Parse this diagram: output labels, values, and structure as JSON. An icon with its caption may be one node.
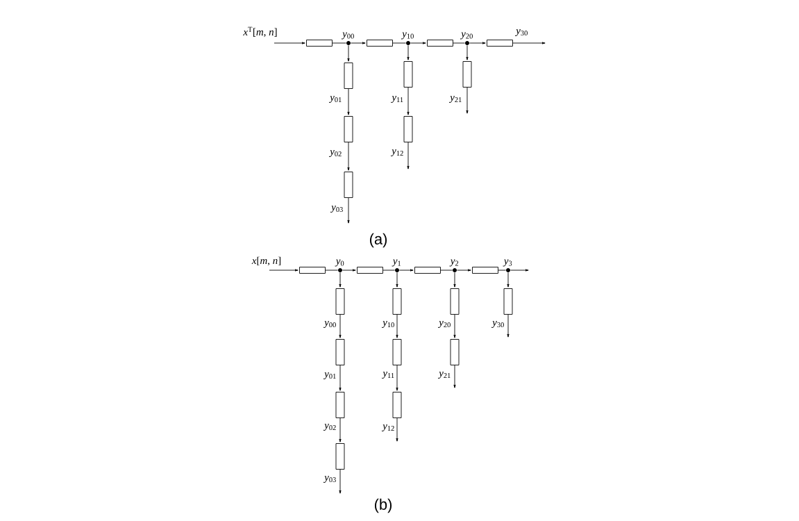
{
  "diagram": {
    "nodes": [
      {
        "text": [],
        "shape": "box"
      },
      {
        "text": [],
        "shape": "circle",
        "beside": [
          "*y*$_{00}$"
        ]
      },
      {
        "text": [],
        "shape": "box"
      },
      {
        "text": [],
        "shape": "circle",
        "beside": [
          "*y*$_{10}$"
        ]
      },
      {
        "text": [],
        "shape": "box"
      },
      {
        "text": [],
        "shape": "circle",
        "beside": [
          "*y*$_{20}$"
        ]
      },
      {
        "text": [],
        "shape": "box"
      },
      {
        "text": [],
        "shape": "box"
      },
      {
        "text": [],
        "shape": "box"
      },
      {
        "text": [],
        "shape": "box"
      },
      {
        "text": [],
        "shape": "box"
      },
      {
        "text": [],
        "shape": "box"
      },
      {
        "text": [],
        "shape": "box"
      },
      {
        "text": [],
        "shape": "box"
      },
      {
        "text": [],
        "shape": "circle",
        "beside": [
          "*y*$_{0}$"
        ]
      },
      {
        "text": [],
        "shape": "box"
      },
      {
        "text": [],
        "shape": "circle",
        "beside": [
          "*y*$_{1}$"
        ]
      },
      {
        "text": [],
        "shape": "box"
      },
      {
        "text": [],
        "shape": "circle",
        "beside": [
          "*y*$_{2}$"
        ]
      },
      {
        "text": [],
        "shape": "box"
      },
      {
        "text": [],
        "shape": "circle",
        "beside": [
          "*y*$_{3}$"
        ]
      },
      {
        "text": [],
        "shape": "box"
      },
      {
        "text": [],
        "shape": "box"
      },
      {
        "text": [],
        "shape": "box"
      },
      {
        "text": [],
        "shape": "box"
      },
      {
        "text": [],
        "shape": "box"
      },
      {
        "text": [],
        "shape": "box"
      },
      {
        "text": [],
        "shape": "box"
      },
      {
        "text": [],
        "shape": "box"
      },
      {
        "text": [],
        "shape": "box"
      },
      {
        "text": [],
        "shape": "box"
      }
    ],
    "edges": [
      {
        "from": null,
        "to": 0,
        "arrow": "to",
        "label": "*x*$^{T}$[*m*, *n*]"
      },
      {
        "from": 0,
        "to": 1,
        "arrow": "none"
      },
      {
        "from": 1,
        "to": 2,
        "arrow": "to"
      },
      {
        "from": 2,
        "to": 3,
        "arrow": "none"
      },
      {
        "from": 3,
        "to": 4,
        "arrow": "to"
      },
      {
        "from": 4,
        "to": 5,
        "arrow": "none"
      },
      {
        "from": 5,
        "to": 6,
        "arrow": "to"
      },
      {
        "from": 6,
        "to": null,
        "arrow": "to",
        "label": "*y*$_{30}$"
      },
      {
        "from": 1,
        "to": 7,
        "arrow": "to"
      },
      {
        "from": 7,
        "to": 8,
        "arrow": "to",
        "label": "*y*$_{01}$"
      },
      {
        "from": 8,
        "to": 9,
        "arrow": "to",
        "label": "*y*$_{02}$"
      },
      {
        "from": 9,
        "to": null,
        "arrow": "to",
        "label": "*y*$_{03}$"
      },
      {
        "from": 3,
        "to": 10,
        "arrow": "to"
      },
      {
        "from": 10,
        "to": 11,
        "arrow": "to",
        "label": "*y*$_{11}$"
      },
      {
        "from": 11,
        "to": null,
        "arrow": "to",
        "label": "*y*$_{12}$"
      },
      {
        "from": 5,
        "to": 12,
        "arrow": "to"
      },
      {
        "from": 12,
        "to": null,
        "arrow": "to",
        "label": "*y*$_{21}$"
      },
      {
        "from": null,
        "to": 13,
        "arrow": "to",
        "label": "*x*[*m*, *n*]"
      },
      {
        "from": 13,
        "to": 14,
        "arrow": "none"
      },
      {
        "from": 14,
        "to": 15,
        "arrow": "to"
      },
      {
        "from": 15,
        "to": 16,
        "arrow": "none"
      },
      {
        "from": 16,
        "to": 17,
        "arrow": "to"
      },
      {
        "from": 17,
        "to": 18,
        "arrow": "none"
      },
      {
        "from": 18,
        "to": 19,
        "arrow": "to"
      },
      {
        "from": 19,
        "to": 20,
        "arrow": "none"
      },
      {
        "from": 20,
        "to": null,
        "arrow": "to"
      },
      {
        "from": 14,
        "to": 21,
        "arrow": "to"
      },
      {
        "from": 21,
        "to": 22,
        "arrow": "to",
        "label": "*y*$_{00}$"
      },
      {
        "from": 22,
        "to": 23,
        "arrow": "to",
        "label": "*y*$_{01}$"
      },
      {
        "from": 23,
        "to": 24,
        "arrow": "to",
        "label": "*y*$_{02}$"
      },
      {
        "from": 24,
        "to": null,
        "arrow": "to",
        "label": "*y*$_{03}$"
      },
      {
        "from": 16,
        "to": 25,
        "arrow": "to"
      },
      {
        "from": 25,
        "to": 26,
        "arrow": "to",
        "label": "*y*$_{10}$"
      },
      {
        "from": 26,
        "to": 27,
        "arrow": "to",
        "label": "*y*$_{11}$"
      },
      {
        "from": 27,
        "to": null,
        "arrow": "to",
        "label": "*y*$_{12}$"
      },
      {
        "from": 18,
        "to": 28,
        "arrow": "to"
      },
      {
        "from": 28,
        "to": 29,
        "arrow": "to",
        "label": "*y*$_{20}$"
      },
      {
        "from": 29,
        "to": null,
        "arrow": "to",
        "label": "*y*$_{21}$"
      },
      {
        "from": 20,
        "to": 30,
        "arrow": "to"
      },
      {
        "from": 30,
        "to": null,
        "arrow": "to",
        "label": "*y*$_{30}$"
      }
    ],
    "labels": [
      "(a)",
      "(b)"
    ]
  }
}
